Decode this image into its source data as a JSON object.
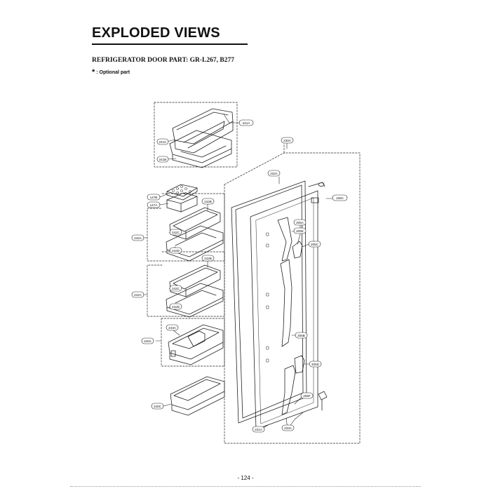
{
  "page": {
    "title": "EXPLODED VIEWS",
    "subtitle": "REFRIGERATOR DOOR PART: GR-L267, B277",
    "note_marker": "*",
    "note_text": ": Optional part",
    "page_number": "- 124 -"
  },
  "parts": {
    "p241A": "241A",
    "p241C": "241C",
    "p241B": "241B",
    "p230A": "230A",
    "p232A": "232A",
    "p239A": "239A",
    "p147B": "147B",
    "p147A": "147A",
    "p242B_1": "242B",
    "p242C_1": "242C",
    "p242A_1": "242A",
    "p242D_1": "242D",
    "p242B_2": "242B",
    "p242C_2": "242C",
    "p242A_2": "242A",
    "p242D_2": "242D",
    "p205E": "205E",
    "p205A": "205A",
    "p205C": "205C",
    "p205B": "205B",
    "p205D": "205D",
    "p205F": "205F",
    "p243A": "243A",
    "p240A": "240A",
    "p240C": "240C",
    "p231A": "231A",
    "p233A": "233A"
  }
}
